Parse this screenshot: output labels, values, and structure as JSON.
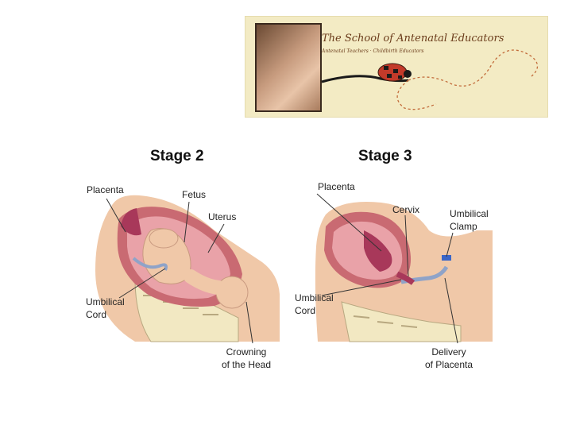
{
  "banner": {
    "title": "The School of Antenatal Educators",
    "subtitle": "Antenatal Teachers · Childbirth Educators"
  },
  "stage2": {
    "title": "Stage 2",
    "labels": {
      "placenta": "Placenta",
      "fetus": "Fetus",
      "uterus": "Uterus",
      "umbilical_cord_line1": "Umbilical",
      "umbilical_cord_line2": "Cord",
      "crowning_line1": "Crowning",
      "crowning_line2": "of the Head"
    }
  },
  "stage3": {
    "title": "Stage 3",
    "labels": {
      "placenta": "Placenta",
      "cervix": "Cervix",
      "clamp_line1": "Umbilical",
      "clamp_line2": "Clamp",
      "umbilical_cord_line1": "Umbilical",
      "umbilical_cord_line2": "Cord",
      "delivery_line1": "Delivery",
      "delivery_line2": "of Placenta"
    }
  },
  "colors": {
    "skin": "#f0c8a8",
    "uterus_wall": "#c96a72",
    "placenta": "#a8385a",
    "cord": "#8fa3c8",
    "bone": "#f2e8c2",
    "clamp": "#3a66c8"
  }
}
